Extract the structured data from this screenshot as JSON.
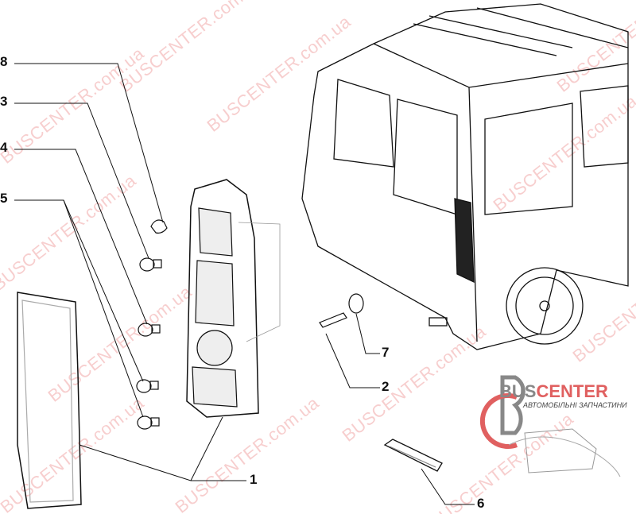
{
  "callouts": {
    "c8": "8",
    "c3": "3",
    "c4": "4",
    "c5": "5",
    "c1": "1",
    "c2": "2",
    "c7": "7",
    "c6": "6"
  },
  "watermark": "BUSCENTER.com.ua",
  "logo": {
    "brand_gray": "BUS",
    "brand_red": "CENTER",
    "subtitle": "АВТОМОБІЛЬНІ ЗАПЧАСТИНИ"
  },
  "colors": {
    "line": "#111111",
    "watermark": "#e05050",
    "logo_red": "#e06060",
    "logo_gray": "#888888"
  }
}
